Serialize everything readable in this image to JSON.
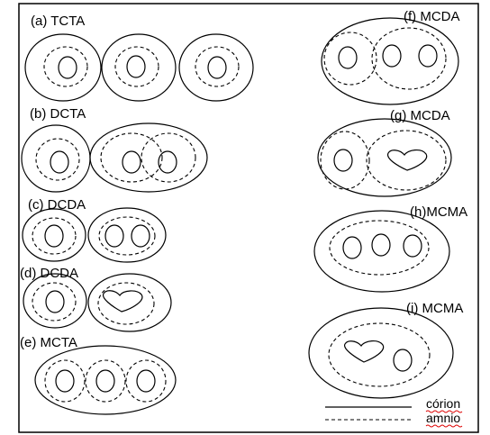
{
  "panels": {
    "a": "(a)  TCTA",
    "b": "(b)  DCTA",
    "c": "(c)  DCDA",
    "d": "(d)  DCDA",
    "e": "(e)  MCTA",
    "f": "(f)   MCDA",
    "g": "(g)    MCDA",
    "h": "(h)MCMA",
    "i": "(i)    MCMA"
  },
  "legend": {
    "chorion": "córion",
    "amnion": "amnio"
  }
}
